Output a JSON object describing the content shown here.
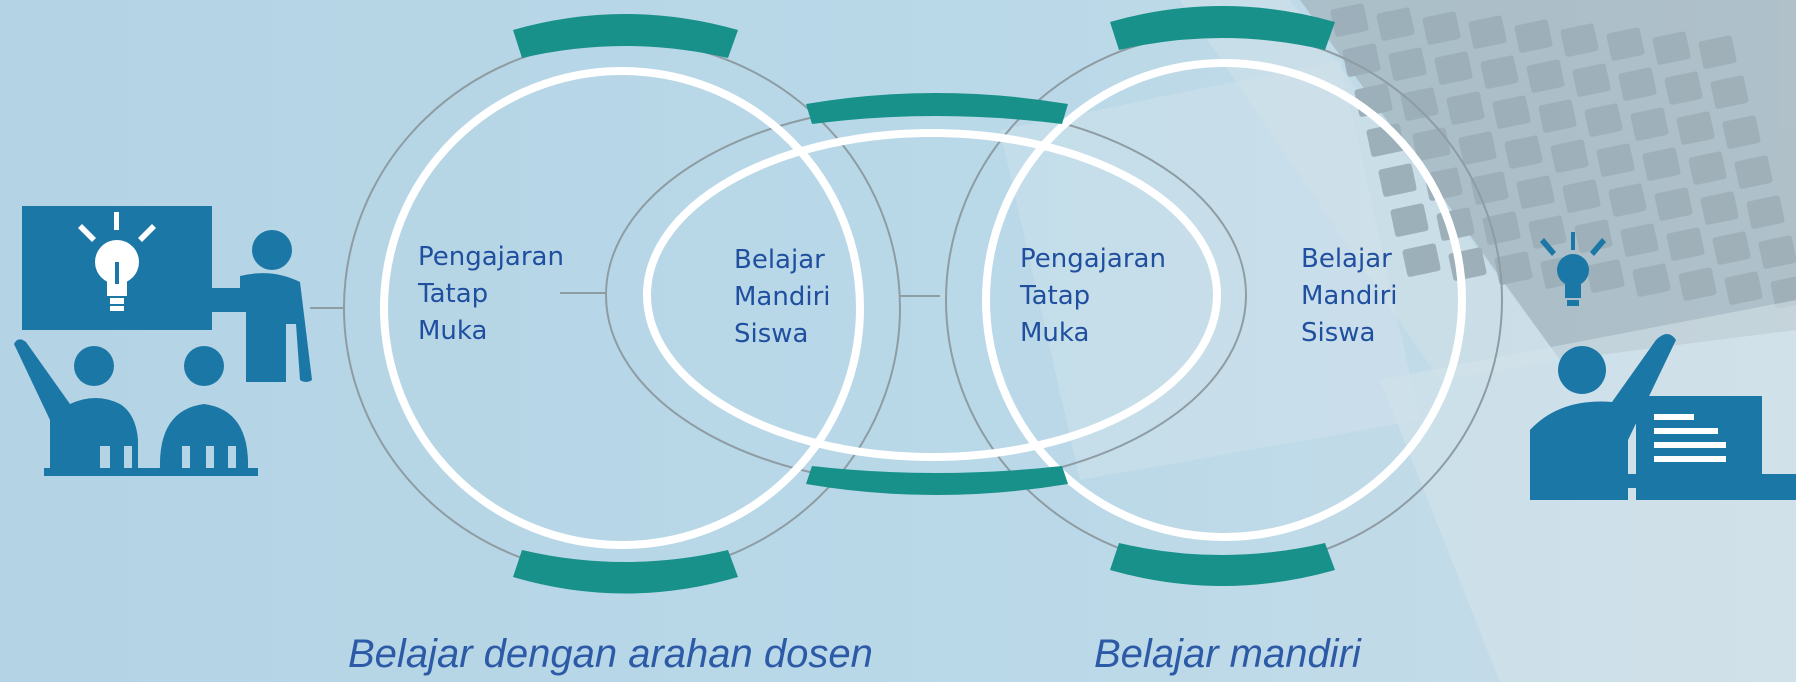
{
  "colors": {
    "background": "#b7d6e6",
    "teal_arc": "#17918a",
    "ring_white": "#ffffff",
    "ring_gray": "#8e9ca3",
    "icon_blue": "#1b77a6",
    "text_blue": "#1f4f9e"
  },
  "icons": {
    "left": "teacher-presenting-icon",
    "right": "student-raising-hand-icon"
  },
  "diagram": {
    "left_circle": {
      "lines": [
        "Pengajaran",
        "Tatap",
        "Muka"
      ]
    },
    "center_left_oval": {
      "lines": [
        "Belajar",
        "Mandiri",
        "Siswa"
      ]
    },
    "center_right_oval": {
      "lines": [
        "Pengajaran",
        "Tatap",
        "Muka"
      ]
    },
    "right_circle": {
      "lines": [
        "Belajar",
        "Mandiri",
        "Siswa"
      ]
    }
  },
  "captions": {
    "left": "Belajar dengan arahan dosen",
    "right": "Belajar mandiri"
  }
}
